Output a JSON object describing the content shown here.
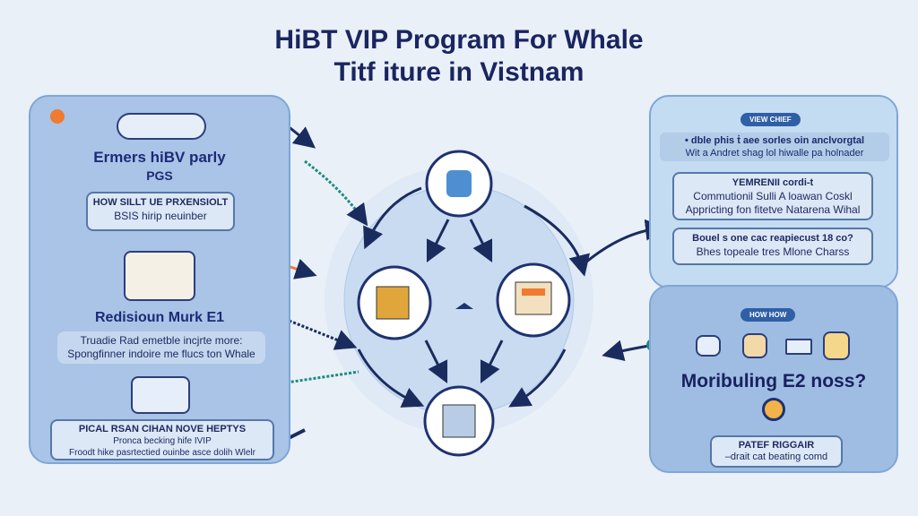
{
  "title": {
    "line1": "HiBT VIP Program For Whale",
    "line2": "Titf iture in Vistnam"
  },
  "left": {
    "heading1": "Ermers hiBV parly",
    "heading1_sub": "PGS",
    "box1": {
      "title": "HOW SILLT UE PRXENSIOLT",
      "text": "BSIS hirip neuinber"
    },
    "heading2": "Redisioun Murk E1",
    "box2": {
      "line1": "Truadie Rad emetble incjrte more:",
      "line2": "Spongfinner indoire me flucs ton Whale"
    },
    "box3": {
      "title": "PICAL RSAN CIHAN NOVE HEPTYS",
      "line1": "Pronca becking hife IVIP",
      "line2": "Froodt hike pasrtectied ouinbe asce dolih Wlelr"
    }
  },
  "right_top": {
    "pill": "VIEW CHIEF",
    "line1": "• dble phis ṫ aee sorles oin anclvorgtal",
    "line2": "Wit a Andret shag lol hiwalle pa holnader",
    "box1": {
      "title": "YEMRENII cordi-t",
      "line1": "Commutionil Sulli A loawan Coskl",
      "line2": "Appricting fon fitetve Natarena Wihal"
    },
    "box2": {
      "title": "Bouel s one cac reapiecust 18 co?",
      "text": "Bhes topeale tres Mlone Charss"
    }
  },
  "right_bottom": {
    "pill": "HOW HOW",
    "heading": "Moribuling E2 noss?",
    "box": {
      "title": "PATEF RIGGAIR",
      "text": "–drait cat beating comd"
    }
  },
  "colors": {
    "accent": "#1a2560",
    "panel": "#a9c4e6",
    "teal": "#1e8a7e",
    "orange": "#f07a30"
  }
}
